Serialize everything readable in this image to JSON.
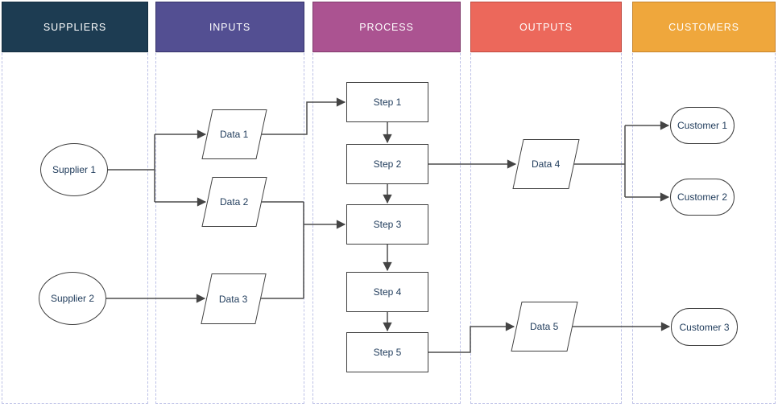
{
  "columns": [
    {
      "label": "SUPPLIERS",
      "fill": "#1d3c52",
      "border": "#142d3f"
    },
    {
      "label": "INPUTS",
      "fill": "#534f92",
      "border": "#343168"
    },
    {
      "label": "PROCESS",
      "fill": "#ab5391",
      "border": "#7f3a6b"
    },
    {
      "label": "OUTPUTS",
      "fill": "#ec685b",
      "border": "#bf4a40"
    },
    {
      "label": "CUSTOMERS",
      "fill": "#efa73c",
      "border": "#c5832c"
    }
  ],
  "nodes": {
    "supplier1": {
      "label": "Supplier 1",
      "shape": "ellipse"
    },
    "supplier2": {
      "label": "Supplier 2",
      "shape": "ellipse"
    },
    "data1": {
      "label": "Data 1",
      "shape": "parallelogram"
    },
    "data2": {
      "label": "Data 2",
      "shape": "parallelogram"
    },
    "data3": {
      "label": "Data 3",
      "shape": "parallelogram"
    },
    "data4": {
      "label": "Data 4",
      "shape": "parallelogram"
    },
    "data5": {
      "label": "Data 5",
      "shape": "parallelogram"
    },
    "step1": {
      "label": "Step 1",
      "shape": "rectangle"
    },
    "step2": {
      "label": "Step 2",
      "shape": "rectangle"
    },
    "step3": {
      "label": "Step 3",
      "shape": "rectangle"
    },
    "step4": {
      "label": "Step 4",
      "shape": "rectangle"
    },
    "step5": {
      "label": "Step 5",
      "shape": "rectangle"
    },
    "customer1": {
      "label": "Customer 1",
      "shape": "stadium"
    },
    "customer2": {
      "label": "Customer 2",
      "shape": "stadium"
    },
    "customer3": {
      "label": "Customer 3",
      "shape": "stadium"
    }
  },
  "styles": {
    "shape_text_color": "#1e3a5a",
    "shape_stroke_color": "#3f3f3f",
    "connector_color": "#4d4d4d",
    "lane_dash_color": "#bcc0e6",
    "background_color": "#ffffff"
  }
}
